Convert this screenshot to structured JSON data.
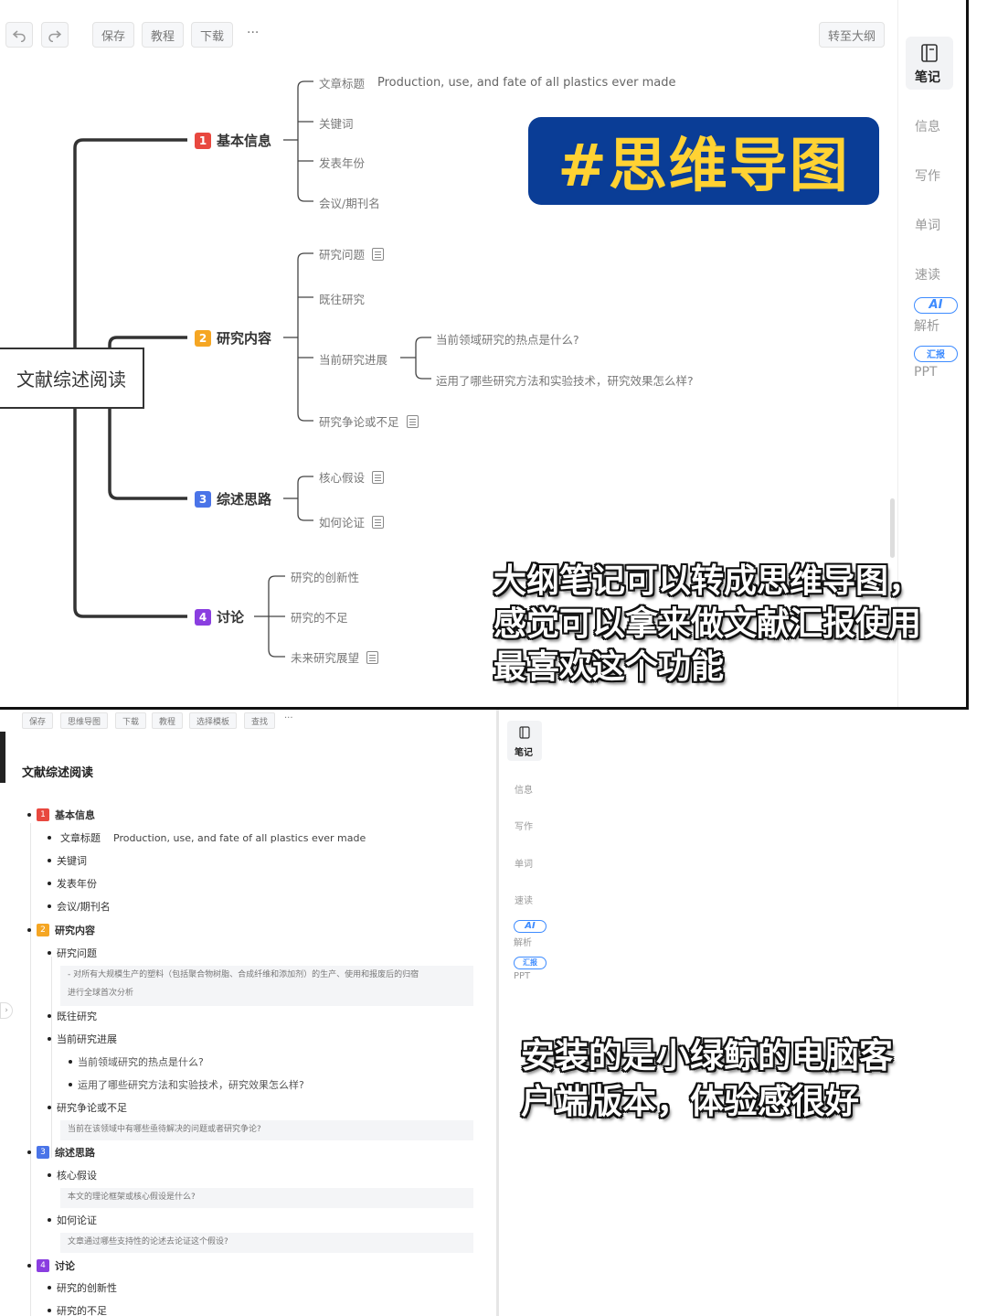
{
  "toolbar": {
    "undo_icon": "undo-icon",
    "redo_icon": "redo-icon",
    "save": "保存",
    "tutorial": "教程",
    "download": "下载",
    "more": "···",
    "to_outline": "转至大纲"
  },
  "sidebar": {
    "notes": "笔记",
    "info": "信息",
    "writing": "写作",
    "words": "单词",
    "speed_read": "速读",
    "ai_badge": "AI",
    "ai_label": "解析",
    "ppt_badge": "汇报",
    "ppt_label": "PPT"
  },
  "mindmap": {
    "root": "文献综述阅读",
    "branches": [
      {
        "num": "1",
        "title": "基本信息",
        "color": "#e8483f"
      },
      {
        "num": "2",
        "title": "研究内容",
        "color": "#f5a623"
      },
      {
        "num": "3",
        "title": "综述思路",
        "color": "#4a74e8"
      },
      {
        "num": "4",
        "title": "讨论",
        "color": "#8a3ee0"
      }
    ],
    "b1": {
      "title_label": "文章标题",
      "title_value": "Production, use, and fate of all plastics ever made",
      "keywords": "关键词",
      "year": "发表年份",
      "venue": "会议/期刊名"
    },
    "b2": {
      "question": "研究问题",
      "previous": "既往研究",
      "current": "当前研究进展",
      "hotspot": "当前领域研究的热点是什么?",
      "methods": "运用了哪些研究方法和实验技术，研究效果怎么样?",
      "controversy": "研究争论或不足"
    },
    "b3": {
      "hypothesis": "核心假设",
      "argument": "如何论证"
    },
    "b4": {
      "innovation": "研究的创新性",
      "shortcoming": "研究的不足",
      "outlook": "未来研究展望"
    }
  },
  "overlay": {
    "hashtag": "#思维导图",
    "caption_top": [
      "大纲笔记可以转成思维导图，",
      "感觉可以拿来做文献汇报使用",
      "最喜欢这个功能"
    ],
    "caption_bottom": [
      "安装的是小绿鲸的电脑客",
      "户端版本，体验感很好"
    ]
  },
  "outline_toolbar": {
    "save": "保存",
    "mindmap": "思维导图",
    "download": "下载",
    "tutorial": "教程",
    "template": "选择模板",
    "find": "查找",
    "more": "···"
  },
  "outline": {
    "title": "文献综述阅读",
    "s1": "基本信息",
    "s1_items": [
      "文章标题",
      "关键词",
      "发表年份",
      "会议/期刊名"
    ],
    "s1_title_value": "Production, use, and fate of all plastics ever made",
    "s2": "研究内容",
    "s2_question": "研究问题",
    "s2_question_note_1": "- 对所有大规模生产的塑料（包括聚合物树脂、合成纤维和添加剂）的生产、使用和报废后的归宿",
    "s2_question_note_2": "进行全球首次分析",
    "s2_previous": "既往研究",
    "s2_current": "当前研究进展",
    "s2_hotspot": "当前领域研究的热点是什么?",
    "s2_methods": "运用了哪些研究方法和实验技术，研究效果怎么样?",
    "s2_controversy": "研究争论或不足",
    "s2_controversy_note": "当前在该领域中有哪些亟待解决的问题或者研究争论?",
    "s3": "综述思路",
    "s3_hypothesis": "核心假设",
    "s3_hypothesis_note": "本文的理论框架或核心假设是什么?",
    "s3_argument": "如何论证",
    "s3_argument_note": "文章通过哪些支持性的论述去论证这个假设?",
    "s4": "讨论",
    "s4_innovation": "研究的创新性",
    "s4_shortcoming": "研究的不足"
  }
}
